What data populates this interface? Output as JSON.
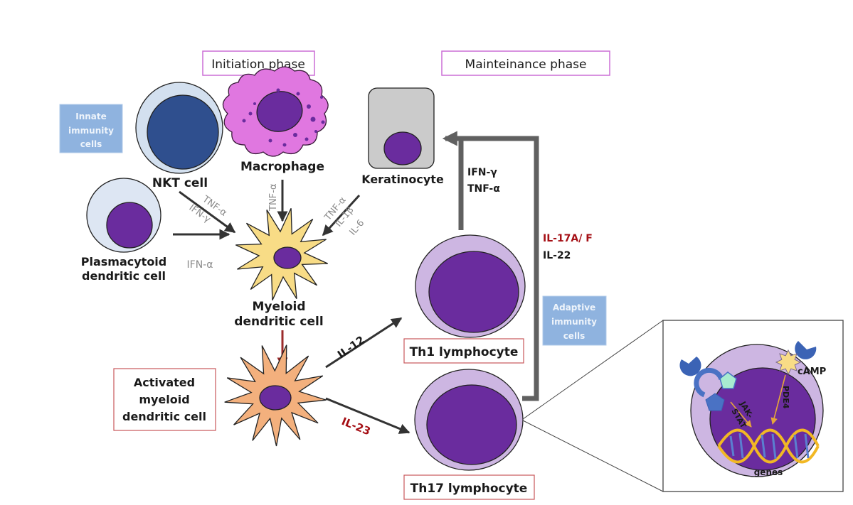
{
  "phases": {
    "initiation": "Initiation phase",
    "maintenance": "Mainteinance phase"
  },
  "groups": {
    "innate": [
      "Innate",
      "immunity",
      "cells"
    ],
    "adaptive": [
      "Adaptive",
      "immunity",
      "cells"
    ]
  },
  "cells": {
    "nkt": "NKT cell",
    "macrophage": "Macrophage",
    "keratinocyte": "Keratinocyte",
    "plasmacytoid": [
      "Plasmacytoid",
      "dendritic cell"
    ],
    "myeloid": [
      "Myeloid",
      "dendritic cell"
    ],
    "activated_myeloid": [
      "Activated",
      "myeloid",
      "dendritic cell"
    ],
    "th1": "Th1 lymphocyte",
    "th17": "Th17 lymphocyte"
  },
  "cytokines": {
    "nkt_to_myeloid": [
      "TNF-α",
      "IFN-γ"
    ],
    "macrophage_to_myeloid": "TNF-α",
    "keratinocyte_to_myeloid": [
      "TNF-α",
      "IL-1β",
      "IL-6"
    ],
    "plasmacytoid_to_myeloid": "IFN-α",
    "th1_to_keratinocyte": [
      "IFN-γ",
      "TNF-α"
    ],
    "th17_to_keratinocyte": {
      "primary": "IL-17A/ F",
      "secondary": "IL-22"
    },
    "to_th1": "IL-12",
    "to_th17": "IL-23"
  },
  "inset": {
    "pathway_jak": [
      "JAK-",
      "STAT"
    ],
    "pathway_pde": "PDE4",
    "camp": "cAMP",
    "genes": "genes"
  },
  "colors": {
    "phase_border": "#cc6fd6",
    "label_border": "#c9585a",
    "immunity_box": "#8fb3df",
    "nucleus": "#6a2c9e",
    "highlight_red": "#a50f15",
    "cytokine_grey": "#8a8a8a"
  }
}
